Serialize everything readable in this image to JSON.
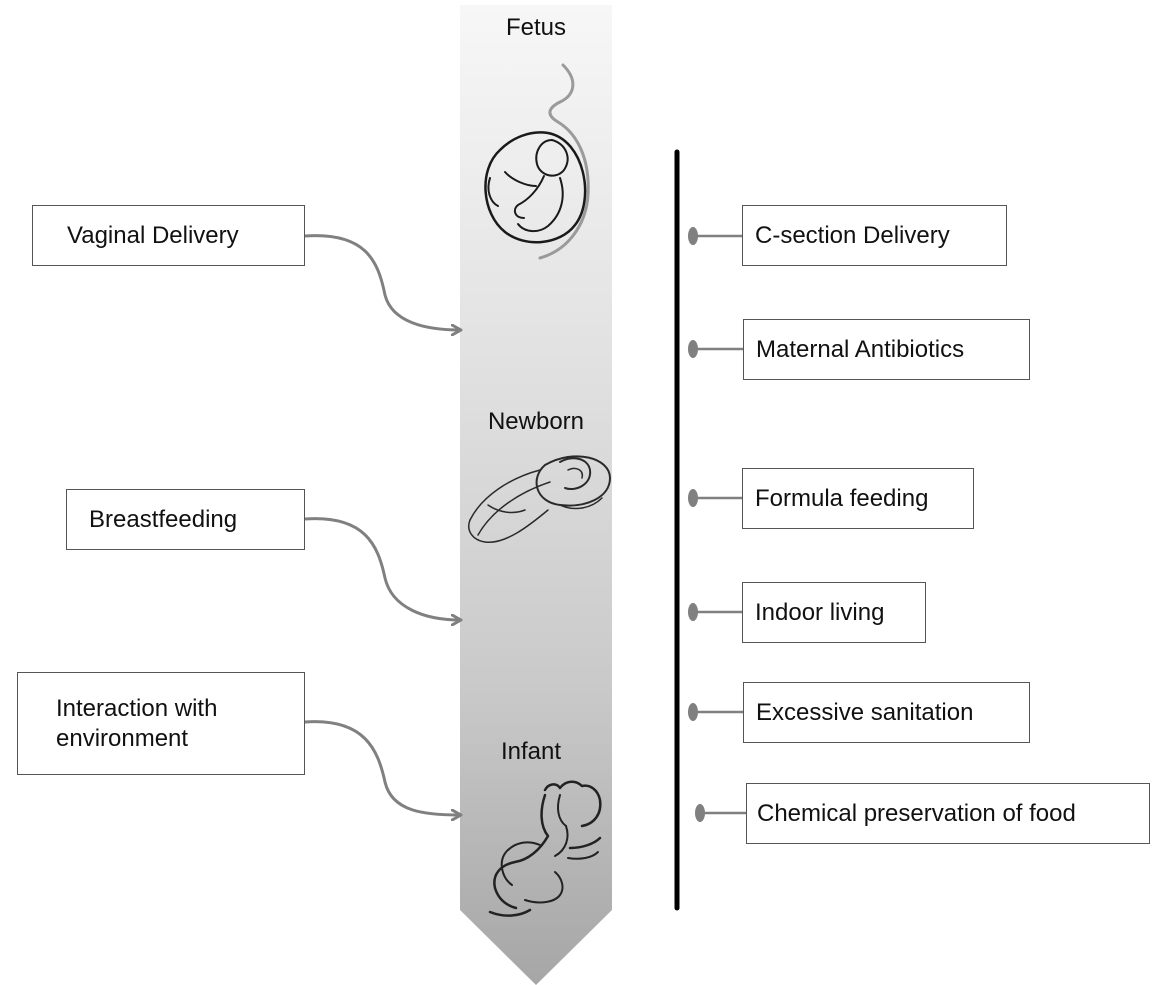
{
  "stages": {
    "fetus": "Fetus",
    "newborn": "Newborn",
    "infant": "Infant"
  },
  "positive_factors": [
    "Vaginal Delivery",
    "Breastfeeding",
    "Interaction with\nenvironment"
  ],
  "negative_factors": [
    "C-section Delivery",
    "Maternal Antibiotics",
    "Formula feeding",
    "Indoor living",
    "Excessive sanitation",
    "Chemical preservation of food"
  ],
  "icons": {
    "fetus": "fetus-in-womb-icon",
    "newborn": "swaddled-newborn-icon",
    "infant": "sitting-infant-icon"
  },
  "colors": {
    "arrow_top": "#f2f2f2",
    "arrow_bottom": "#a9a9a9",
    "connector": "#808080",
    "timeline": "#000000",
    "box_border": "#555555"
  }
}
